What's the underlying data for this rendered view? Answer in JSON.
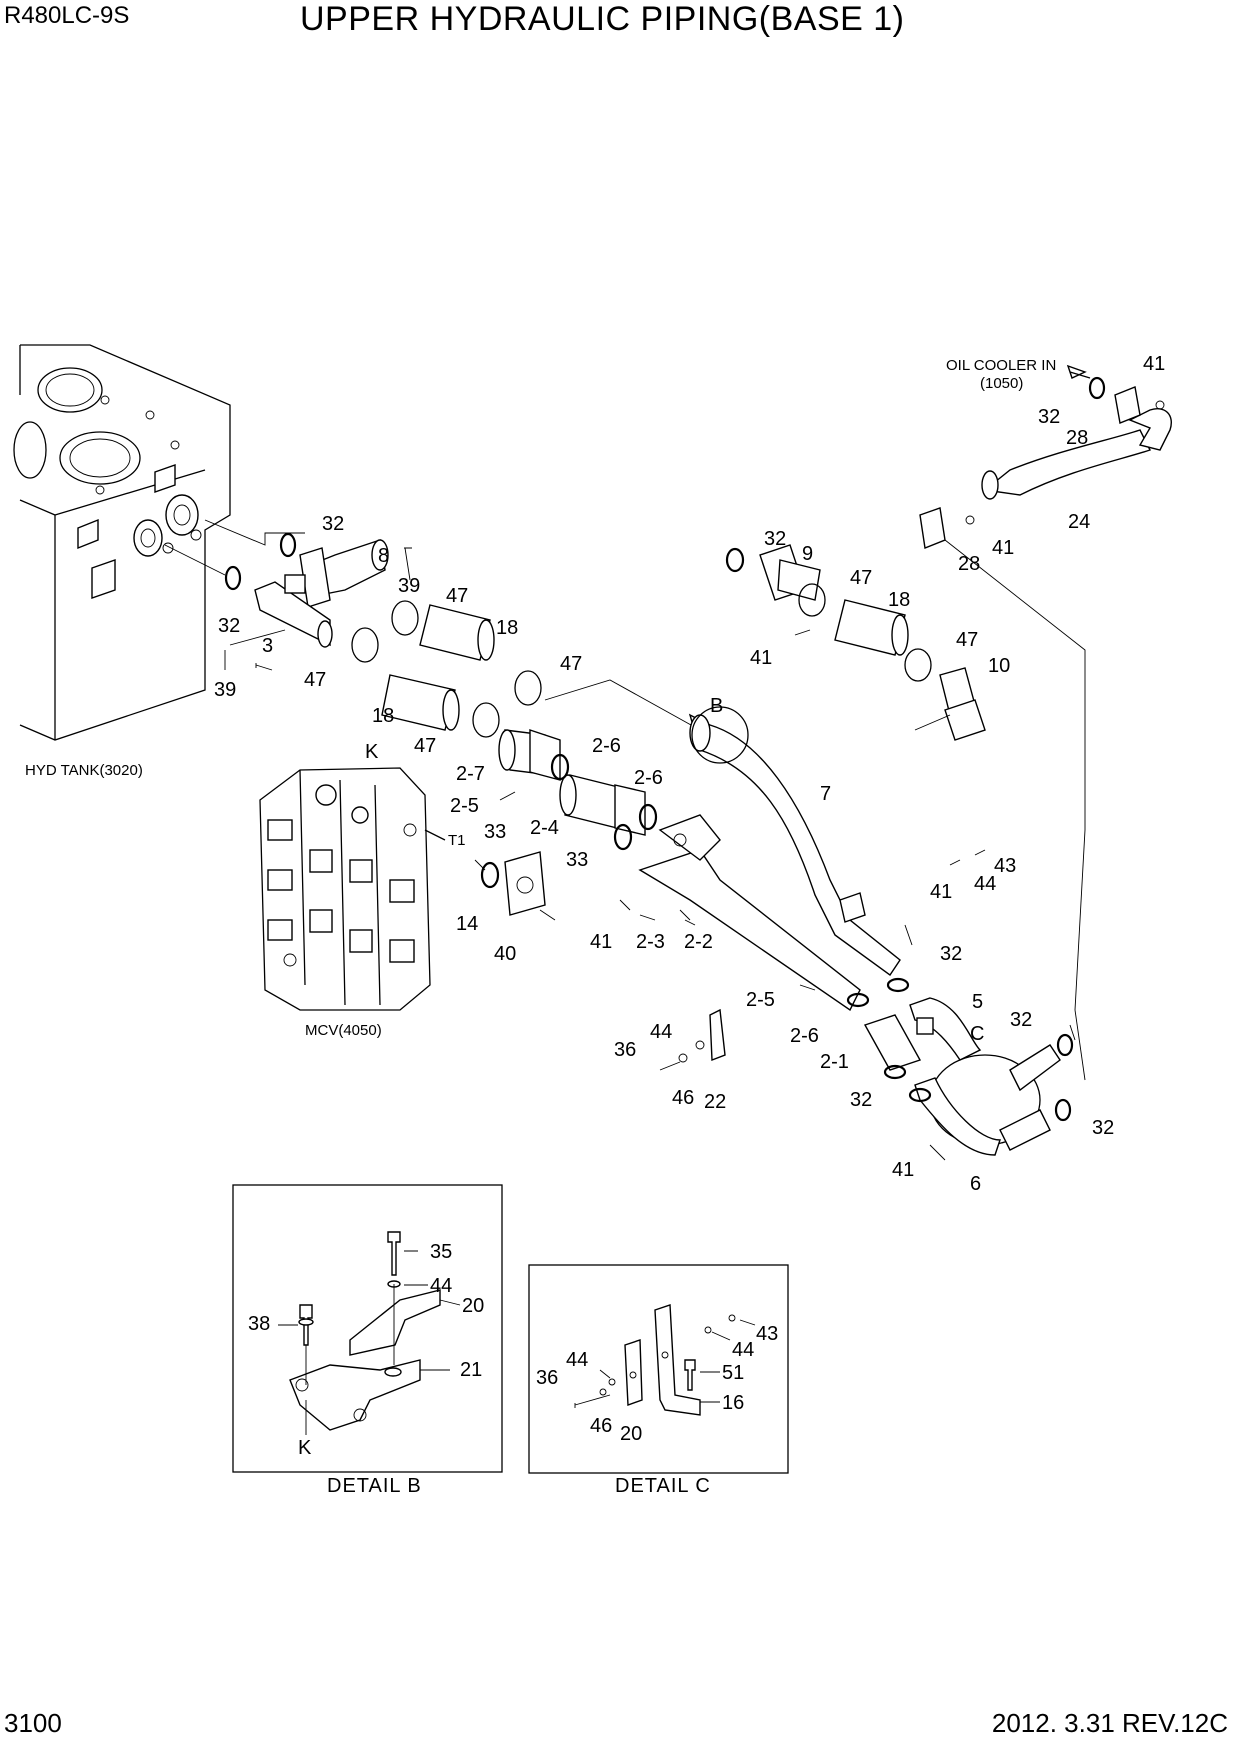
{
  "header": {
    "model": "R480LC-9S",
    "title": "UPPER HYDRAULIC PIPING(BASE 1)"
  },
  "footer": {
    "page": "3100",
    "revision": "2012. 3.31  REV.12C"
  },
  "refs": {
    "tank": "HYD TANK(3020)",
    "mcv": "MCV(4050)",
    "cooler": "OIL COOLER IN",
    "cooler_ref": "(1050)",
    "port_t1": "T1"
  },
  "details": {
    "b": "DETAIL  B",
    "c": "DETAIL  C"
  },
  "callouts": {
    "c1": "32",
    "c2": "8",
    "c3": "39",
    "c4": "47",
    "c5": "32",
    "c6": "3",
    "c7": "39",
    "c8": "47",
    "c9": "18",
    "c10": "47",
    "c11": "18",
    "c12": "47",
    "c13": "K",
    "c14": "2-7",
    "c15": "2-6",
    "c16": "2-5",
    "c17": "2-6",
    "c18": "2-4",
    "c19": "33",
    "c20": "33",
    "c21": "14",
    "c22": "40",
    "c23": "B",
    "c24": "7",
    "c25": "32",
    "c26": "9",
    "c27": "47",
    "c28": "18",
    "c29": "41",
    "c30": "47",
    "c31": "10",
    "c32": "41",
    "c33": "32",
    "c34": "28",
    "c35": "24",
    "c36": "28",
    "c37": "41",
    "c38": "43",
    "c39": "44",
    "c40": "41",
    "c41": "41",
    "c42": "2-3",
    "c43": "2-2",
    "c44": "32",
    "c45": "2-5",
    "c46": "5",
    "c47": "C",
    "c48": "2-6",
    "c49": "32",
    "c50": "44",
    "c51": "36",
    "c52": "2-1",
    "c53": "46",
    "c54": "22",
    "c55": "32",
    "c56": "32",
    "c57": "41",
    "c58": "6"
  },
  "detail_b_callouts": {
    "d1": "35",
    "d2": "44",
    "d3": "20",
    "d4": "38",
    "d5": "21",
    "d6": "K"
  },
  "detail_c_callouts": {
    "e1": "43",
    "e2": "44",
    "e3": "44",
    "e4": "51",
    "e5": "36",
    "e6": "16",
    "e7": "46",
    "e8": "20"
  }
}
